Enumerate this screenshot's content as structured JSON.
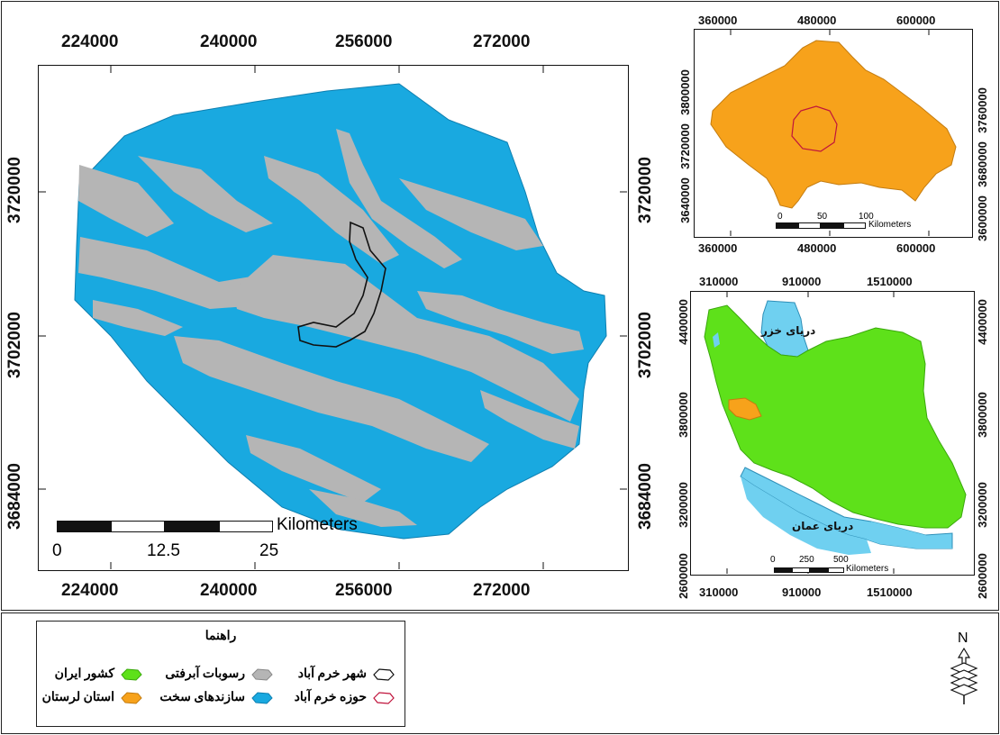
{
  "main_map": {
    "top_ticks": [
      "224000",
      "240000",
      "256000",
      "272000"
    ],
    "bottom_ticks": [
      "224000",
      "240000",
      "256000",
      "272000"
    ],
    "left_ticks": [
      "3720000",
      "3702000",
      "3684000"
    ],
    "right_ticks": [
      "3720000",
      "3702000",
      "3684000"
    ],
    "scalebar": {
      "unit": "Kilometers",
      "labels": [
        "0",
        "12.5",
        "25"
      ]
    }
  },
  "inset_lorestan": {
    "top_ticks": [
      "360000",
      "480000",
      "600000"
    ],
    "bottom_ticks": [
      "360000",
      "480000",
      "600000"
    ],
    "left_ticks": [
      "3800000",
      "3720000",
      "3640000"
    ],
    "right_ticks": [
      "3760000",
      "3680000",
      "3600000"
    ],
    "scalebar": {
      "unit": "Kilometers",
      "labels": [
        "0",
        "50",
        "100"
      ]
    }
  },
  "inset_iran": {
    "top_ticks": [
      "310000",
      "910000",
      "1510000"
    ],
    "bottom_ticks": [
      "310000",
      "910000",
      "1510000"
    ],
    "left_ticks": [
      "4400000",
      "3800000",
      "3200000",
      "2600000"
    ],
    "right_ticks": [
      "4400000",
      "3800000",
      "3200000",
      "2600000"
    ],
    "scalebar": {
      "unit": "Kilometers",
      "labels": [
        "0",
        "250",
        "500"
      ]
    },
    "caspian_label": "دریای خزر",
    "oman_label": "دریای عمان"
  },
  "legend": {
    "title": "راهنما",
    "items": [
      {
        "label": "کشور ایران",
        "color": "#5ee11a"
      },
      {
        "label": "رسوبات آبرفتی",
        "color": "#b5b5b5"
      },
      {
        "label": "شهر خرم آباد",
        "color": "#ffffff"
      },
      {
        "label": "استان لرستان",
        "color": "#f7a21b"
      },
      {
        "label": "سازندهای سخت",
        "color": "#19a9e0"
      },
      {
        "label": "حوزه خرم آباد",
        "color": "#ffffff"
      }
    ]
  },
  "north_arrow": {
    "label": "N"
  },
  "colors": {
    "hard": "#19a9e0",
    "alluvium": "#b5b5b5",
    "lorestan": "#f7a21b",
    "iran": "#5ee11a",
    "sea": "#6fd0f0",
    "basin_outline": "#c0143c"
  }
}
